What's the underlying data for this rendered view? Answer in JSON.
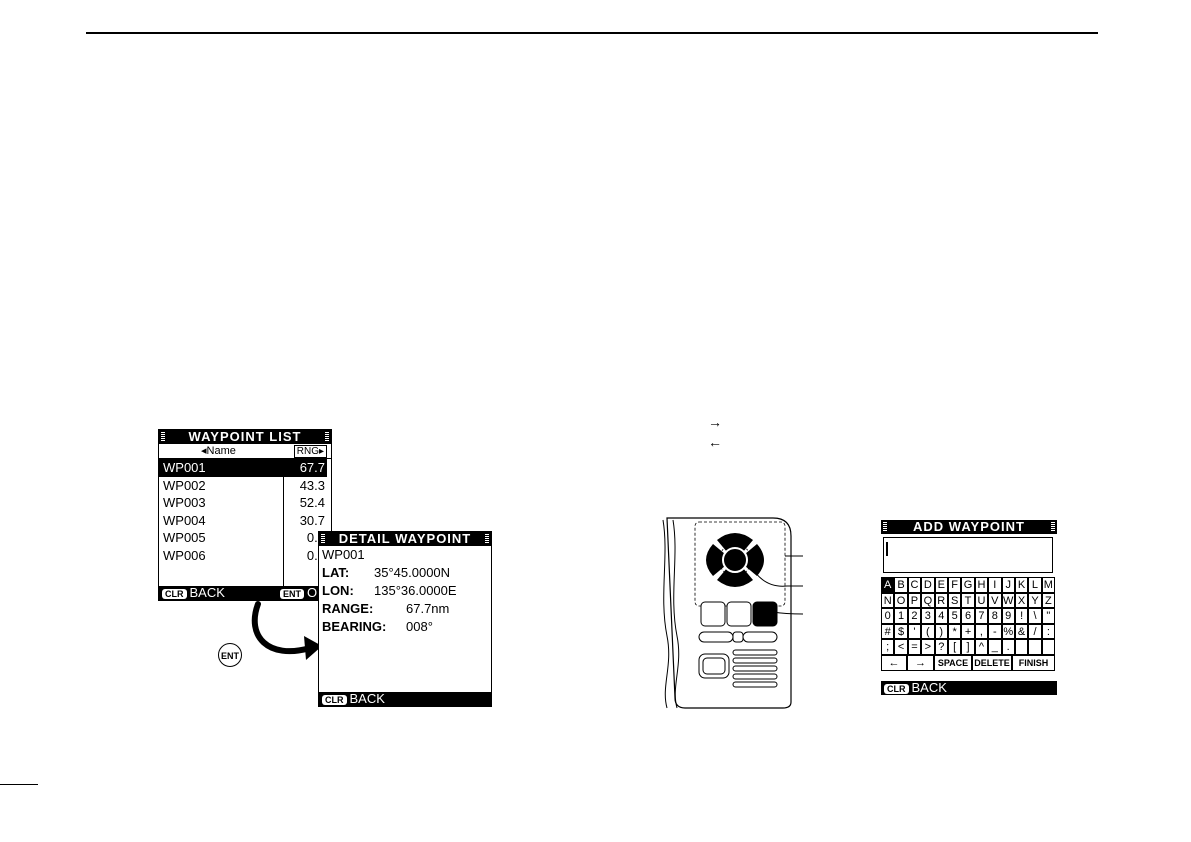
{
  "arrows": {
    "right": "→",
    "left": "←"
  },
  "waypoint_list": {
    "title": "WAYPOINT LIST",
    "col_name": "◂Name",
    "col_rng": "RNG▸",
    "rows": [
      {
        "name": "WP001",
        "rng": "67.7"
      },
      {
        "name": "WP002",
        "rng": "43.3"
      },
      {
        "name": "WP003",
        "rng": "52.4"
      },
      {
        "name": "WP004",
        "rng": "30.7"
      },
      {
        "name": "WP005",
        "rng": "0.0"
      },
      {
        "name": "WP006",
        "rng": "0.0"
      }
    ],
    "footer_left_key": "CLR",
    "footer_left": "BACK",
    "footer_right_key": "ENT",
    "footer_right": "O"
  },
  "ent_badge": "ENT",
  "detail": {
    "title": "DETAIL WAYPOINT",
    "name": "WP001",
    "lat_label": "LAT:",
    "lat": "35°45.0000N",
    "lon_label": "LON:",
    "lon": "135°36.0000E",
    "range_label": "RANGE:",
    "range": "67.7nm",
    "bearing_label": "BEARING:",
    "bearing": "008°",
    "footer_key": "CLR",
    "footer": "BACK"
  },
  "add_waypoint": {
    "title": "ADD WAYPOINT",
    "rows": [
      [
        "A",
        "B",
        "C",
        "D",
        "E",
        "F",
        "G",
        "H",
        "I",
        "J",
        "K",
        "L",
        "M"
      ],
      [
        "N",
        "O",
        "P",
        "Q",
        "R",
        "S",
        "T",
        "U",
        "V",
        "W",
        "X",
        "Y",
        "Z"
      ],
      [
        "0",
        "1",
        "2",
        "3",
        "4",
        "5",
        "6",
        "7",
        "8",
        "9",
        "!",
        "\\",
        "\""
      ],
      [
        "#",
        "$",
        "'",
        "(",
        ")",
        "*",
        "+",
        ",",
        "-",
        "%",
        "&",
        "/",
        ":"
      ],
      [
        ";",
        "<",
        "=",
        ">",
        "?",
        "[",
        "]",
        "^",
        "_",
        ".",
        "",
        "",
        ""
      ]
    ],
    "func_left": "←",
    "func_right": "→",
    "space": "SPACE",
    "delete": "DELETE",
    "finish": "FINISH",
    "footer_key": "CLR",
    "footer": "BACK"
  }
}
